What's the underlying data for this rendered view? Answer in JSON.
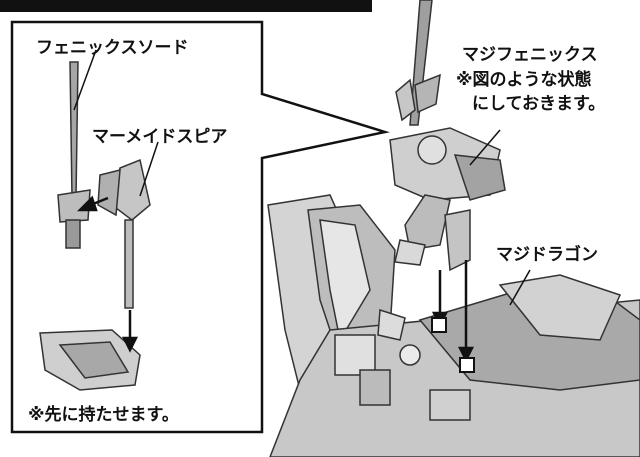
{
  "labels": {
    "phoenix_sword": "フェニックスソード",
    "mermaid_spear": "マーメイドスピア",
    "magi_phoenix": "マジフェニックス",
    "note_line1": "※図のような状態",
    "note_line2": "にしておきます。",
    "magi_dragon": "マジドラゴン",
    "hold_note": "※先に持たせます。"
  },
  "colors": {
    "ink": "#111111",
    "fill_light": "#d9d9d9",
    "fill_mid": "#b5b5b5",
    "fill_dark": "#8a8a8a"
  }
}
